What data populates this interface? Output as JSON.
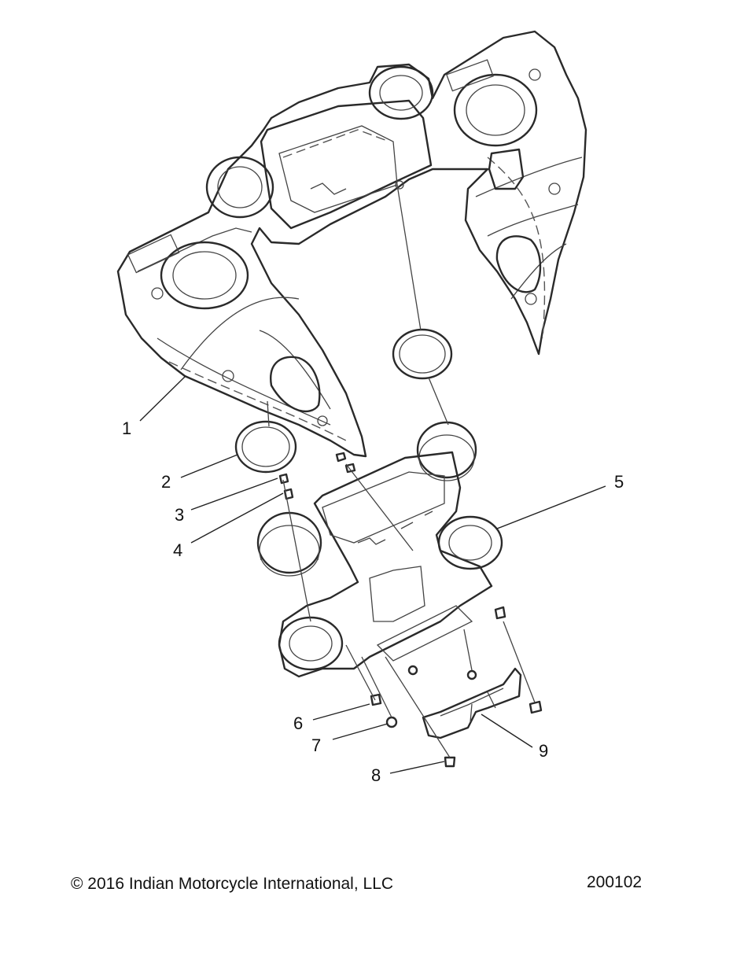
{
  "diagram": {
    "callouts": [
      {
        "label": "1"
      },
      {
        "label": "2"
      },
      {
        "label": "3"
      },
      {
        "label": "4"
      },
      {
        "label": "5"
      },
      {
        "label": "6"
      },
      {
        "label": "7"
      },
      {
        "label": "8"
      },
      {
        "label": "9"
      }
    ]
  },
  "footer": {
    "copyright": "© 2016 Indian Motorcycle International, LLC",
    "figure_number": "200102"
  }
}
